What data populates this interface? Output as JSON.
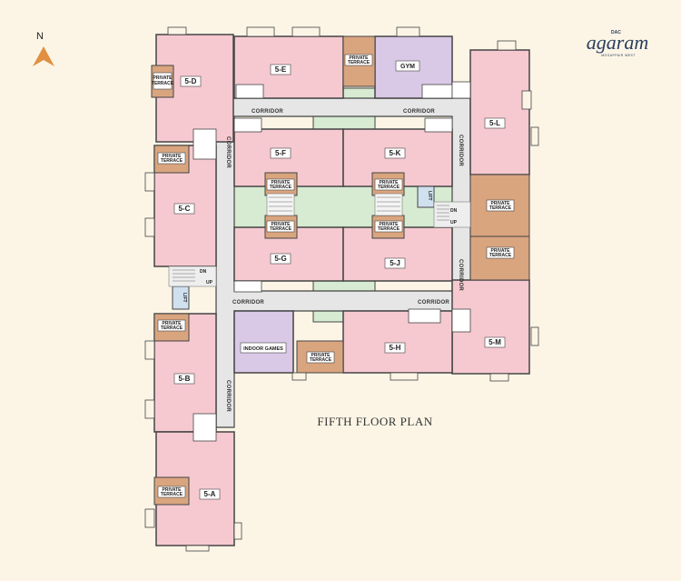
{
  "plan_title": "FIFTH FLOOR PLAN",
  "north_label": "N",
  "brand": {
    "prefix": "DAC",
    "name": "agaram",
    "tagline": "MOGAPPAIR WEST"
  },
  "colors": {
    "apartment": "#f6c9d0",
    "corridor": "#e6e6e6",
    "terrace": "#d9a57f",
    "amenity": "#d9c8e6",
    "court": "#d6ebd1",
    "wall": "#444444",
    "background": "#fcf5e6",
    "north_arrow": "#e09040"
  },
  "units": [
    "5-A",
    "5-B",
    "5-C",
    "5-D",
    "5-E",
    "5-F",
    "5-G",
    "5-H",
    "5-J",
    "5-K",
    "5-L",
    "5-M"
  ],
  "amenities": {
    "gym": "GYM",
    "indoor_games": "INDOOR GAMES"
  },
  "labels": {
    "corridor": "CORRIDOR",
    "lift": "LIFT",
    "dn": "DN",
    "up": "UP",
    "terrace_line1": "PRIVATE",
    "terrace_line2": "TERRACE"
  }
}
